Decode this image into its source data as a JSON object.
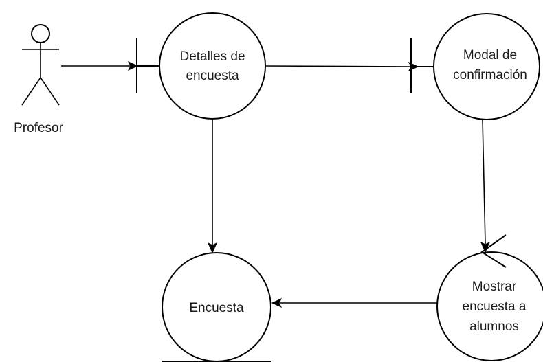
{
  "diagram": {
    "actor": {
      "label": "Profesor"
    },
    "nodes": {
      "detalles": {
        "label_line1": "Detalles de",
        "label_line2": "encuesta"
      },
      "modal": {
        "label_line1": "Modal de",
        "label_line2": "confirmación"
      },
      "encuesta": {
        "label": "Encuesta"
      },
      "mostrar": {
        "label_line1": "Mostrar",
        "label_line2": "encuesta a",
        "label_line3": "alumnos"
      }
    }
  }
}
